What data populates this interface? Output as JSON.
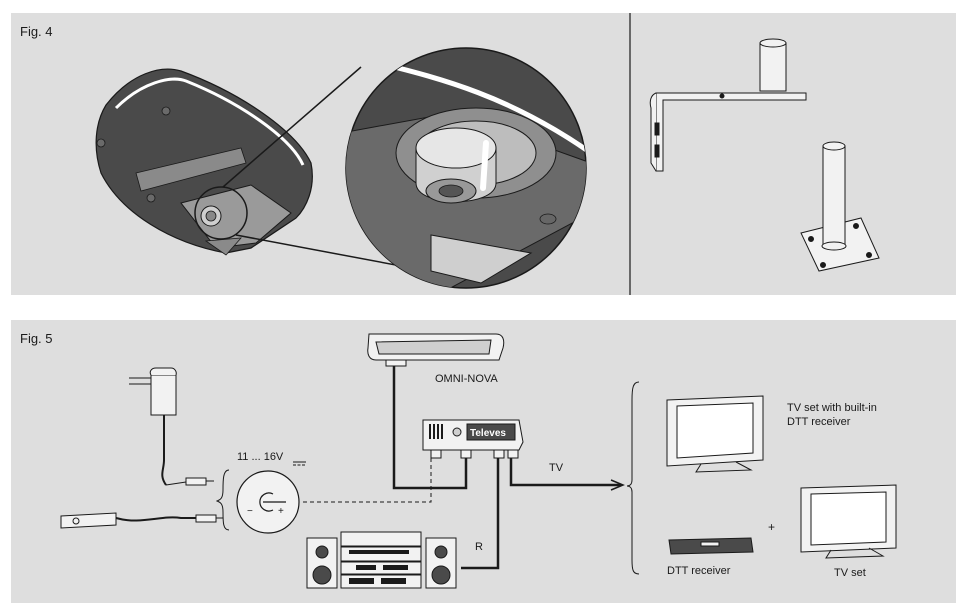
{
  "fig4": {
    "label": "Fig. 4"
  },
  "fig5": {
    "label": "Fig. 5",
    "antenna_label": "OMNI-NOVA",
    "voltage_label": "11 ... 16V",
    "tv_line_label": "TV",
    "radio_line_label": "R",
    "amp_brand": "Televes",
    "tv_builtin_label_1": "TV set with built-in",
    "tv_builtin_label_2": "DTT receiver",
    "dtt_receiver_label": "DTT receiver",
    "plus_label": "+",
    "tv_set_label": "TV set",
    "connector_minus": "−",
    "connector_plus": "+"
  },
  "colors": {
    "panel_bg": "#dedede",
    "line": "#1a1a1a",
    "device_dark": "#4a4a4a"
  }
}
